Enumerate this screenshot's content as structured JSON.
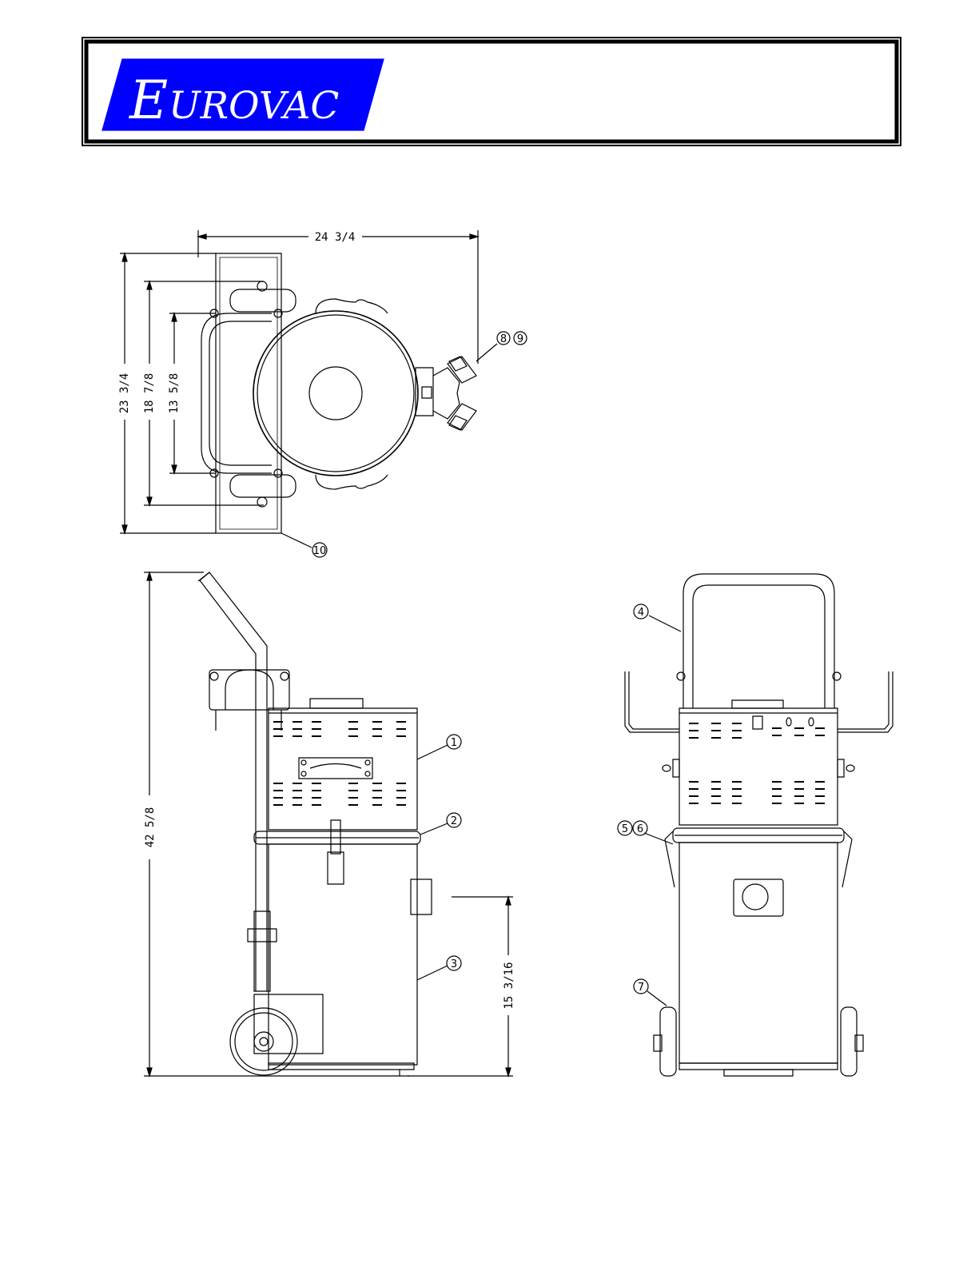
{
  "header": {
    "brand_initial": "E",
    "brand_rest": "UROVAC",
    "brand_color": "#0000ff"
  },
  "dimensions": {
    "top_width": "24 3/4",
    "top_overall_depth": "23 3/4",
    "top_wheel_span": "18 7/8",
    "top_handle_span": "13 5/8",
    "side_height": "42 5/8",
    "side_inlet_height": "15 3/16"
  },
  "callouts": {
    "c1": "1",
    "c2": "2",
    "c3": "3",
    "c4": "4",
    "c5": "5",
    "c6": "6",
    "c7": "7",
    "c8": "8",
    "c9": "9",
    "c10": "10"
  }
}
